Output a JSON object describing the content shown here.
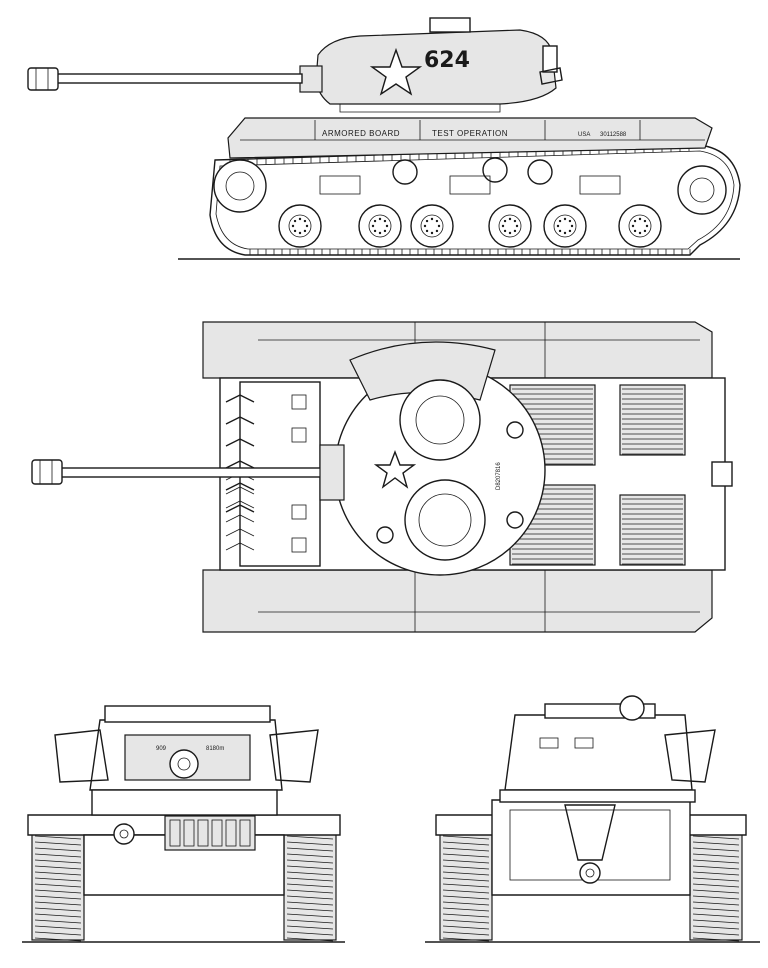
{
  "markings": {
    "turret_number": "624",
    "hull_left": "ARMORED BOARD",
    "hull_center": "TEST OPERATION",
    "hull_usa": "USA",
    "hull_serial": "30112588",
    "top_turret_serial": "D8207816",
    "front_left_plate": "909",
    "front_right_plate": "8180m"
  },
  "views": [
    "side-view",
    "top-view",
    "front-view",
    "rear-view"
  ]
}
